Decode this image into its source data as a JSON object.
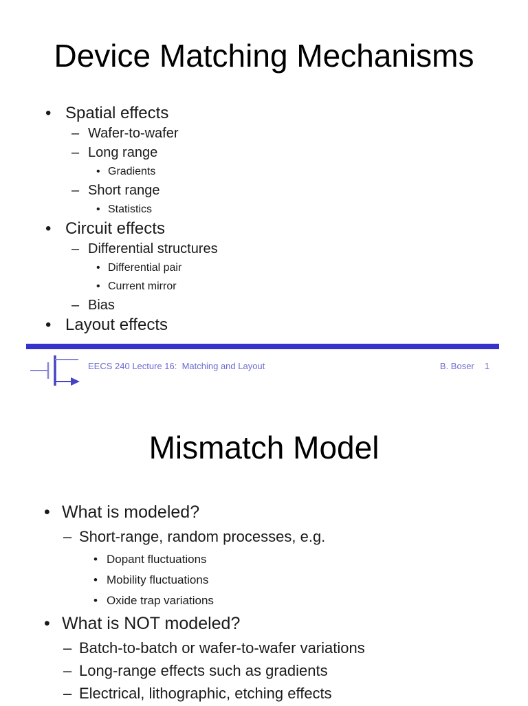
{
  "markers": {
    "1": "•",
    "2": "–",
    "3": "•"
  },
  "colors": {
    "accent": "#3431cd",
    "footer_text": "#6b6ad4",
    "icon_light": "#8886dc",
    "icon_dark": "#4543c4",
    "body_text": "#1a1a1a"
  },
  "slide1": {
    "title": "Device Matching Mechanisms",
    "bullets": [
      {
        "level": 1,
        "text": "Spatial effects"
      },
      {
        "level": 2,
        "text": "Wafer-to-wafer"
      },
      {
        "level": 2,
        "text": "Long range"
      },
      {
        "level": 3,
        "text": "Gradients"
      },
      {
        "level": 2,
        "text": "Short range"
      },
      {
        "level": 3,
        "text": "Statistics"
      },
      {
        "level": 1,
        "text": "Circuit effects"
      },
      {
        "level": 2,
        "text": "Differential structures"
      },
      {
        "level": 3,
        "text": "Differential pair"
      },
      {
        "level": 3,
        "text": "Current mirror"
      },
      {
        "level": 2,
        "text": "Bias"
      },
      {
        "level": 1,
        "text": "Layout effects"
      }
    ],
    "footer": {
      "course": "EECS 240 Lecture 16:  Matching and Layout",
      "author": "B. Boser",
      "page_number": "1"
    }
  },
  "slide2": {
    "title": "Mismatch Model",
    "bullets": [
      {
        "level": 1,
        "text": "What is modeled?"
      },
      {
        "level": 2,
        "text": "Short-range, random processes, e.g."
      },
      {
        "level": 3,
        "text": "Dopant fluctuations"
      },
      {
        "level": 3,
        "text": "Mobility fluctuations"
      },
      {
        "level": 3,
        "text": "Oxide trap variations"
      },
      {
        "level": 1,
        "text": "What is NOT modeled?"
      },
      {
        "level": 2,
        "text": "Batch-to-batch or wafer-to-wafer variations"
      },
      {
        "level": 2,
        "text": "Long-range effects such as gradients"
      },
      {
        "level": 2,
        "text": "Electrical, lithographic, etching effects"
      }
    ]
  }
}
